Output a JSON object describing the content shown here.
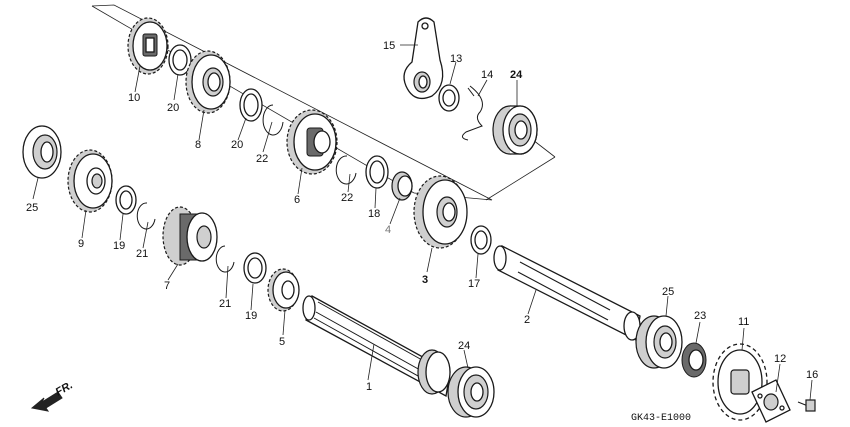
{
  "diagram": {
    "footer_code": "GK43-E1000",
    "direction_label": "FR.",
    "labels": {
      "p1": "1",
      "p2": "2",
      "p3": "3",
      "p4": "4",
      "p5": "5",
      "p6": "6",
      "p7": "7",
      "p8": "8",
      "p9": "9",
      "p10": "10",
      "p11": "11",
      "p12": "12",
      "p13": "13",
      "p14": "14",
      "p15": "15",
      "p16": "16",
      "p17": "17",
      "p18": "18",
      "p19a": "19",
      "p19b": "19",
      "p20a": "20",
      "p20b": "20",
      "p21a": "21",
      "p21b": "21",
      "p22a": "22",
      "p22b": "22",
      "p23": "23",
      "p24a": "24",
      "p24b": "24",
      "p25a": "25",
      "p25b": "25"
    }
  }
}
